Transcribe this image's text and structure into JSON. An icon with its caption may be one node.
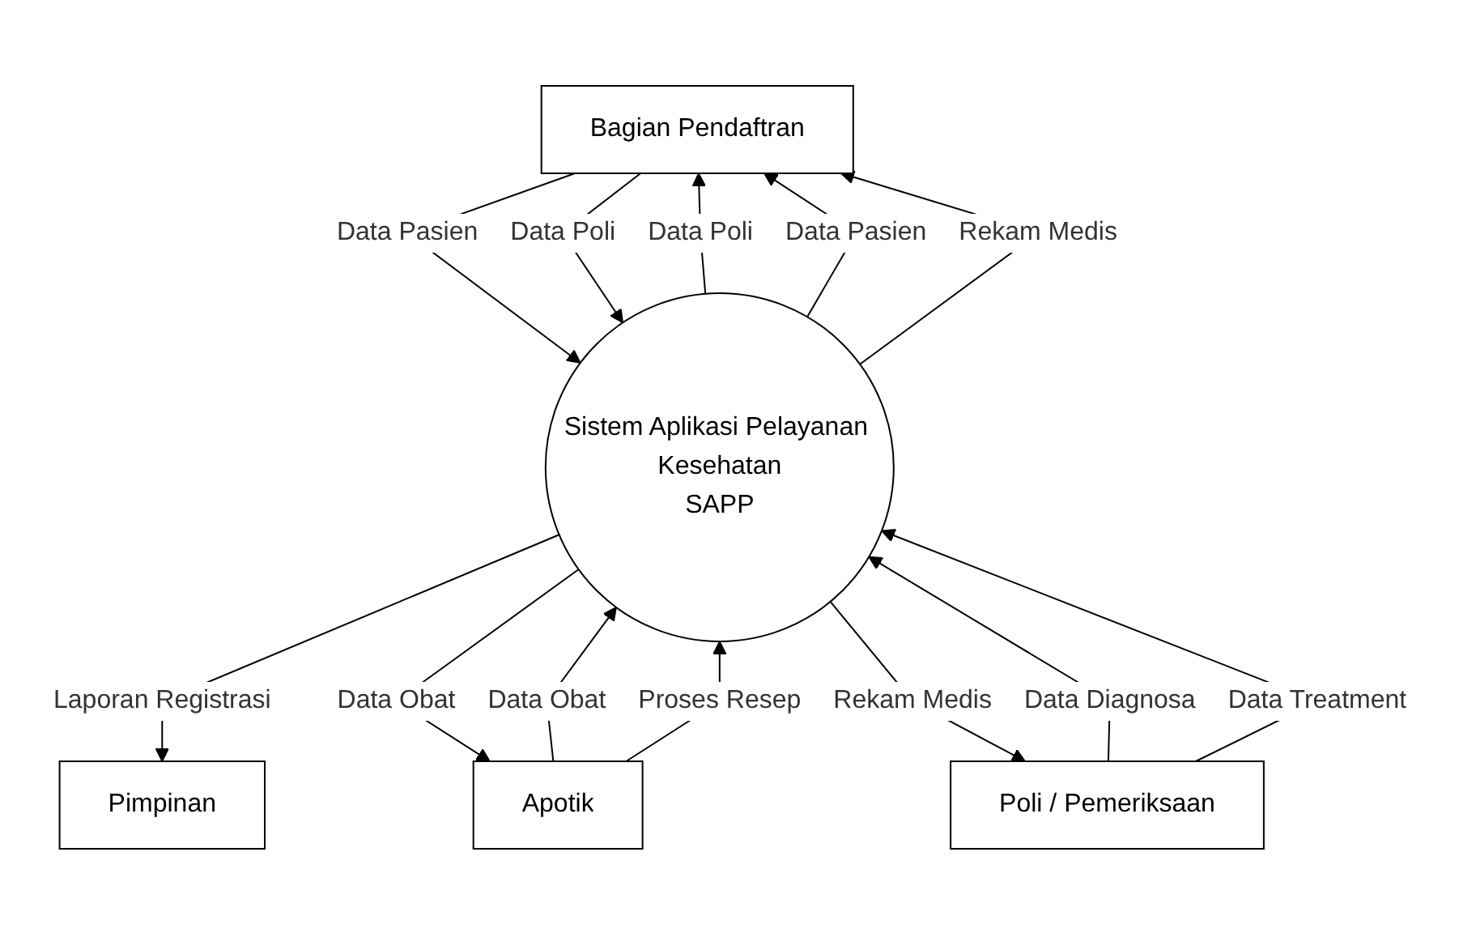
{
  "diagram": {
    "nodes": [
      {
        "text": [
          "Bagian Pendaftran"
        ]
      },
      {
        "text": [
          "Pimpinan"
        ]
      },
      {
        "text": [
          "Sistem Aplikasi Pelayanan Kesehatan",
          "SAPP"
        ]
      },
      {
        "text": [
          "Apotik"
        ]
      },
      {
        "text": [
          "Poli / Pemeriksaan"
        ]
      }
    ],
    "edges": [
      {
        "from": 0,
        "to": 2,
        "arrow": "to",
        "label": "Data Pasien"
      },
      {
        "from": 0,
        "to": 2,
        "arrow": "to",
        "label": "Data Poli"
      },
      {
        "from": 2,
        "to": 0,
        "arrow": "to",
        "label": "Data Poli"
      },
      {
        "from": 2,
        "to": 0,
        "arrow": "to",
        "label": "Data Pasien"
      },
      {
        "from": 2,
        "to": 0,
        "arrow": "to",
        "label": "Rekam Medis"
      },
      {
        "from": 2,
        "to": 1,
        "arrow": "to",
        "label": "Laporan Registrasi"
      },
      {
        "from": 2,
        "to": 3,
        "arrow": "to",
        "label": "Data Obat"
      },
      {
        "from": 3,
        "to": 2,
        "arrow": "to",
        "label": "Data Obat"
      },
      {
        "from": 3,
        "to": 2,
        "arrow": "to",
        "label": "Proses Resep"
      },
      {
        "from": 4,
        "to": 2,
        "arrow": "to",
        "label": "Data Diagnosa"
      },
      {
        "from": 4,
        "to": 2,
        "arrow": "to",
        "label": "Data Treatment"
      },
      {
        "from": 2,
        "to": 4,
        "arrow": "to",
        "label": "Rekam Medis"
      }
    ]
  }
}
